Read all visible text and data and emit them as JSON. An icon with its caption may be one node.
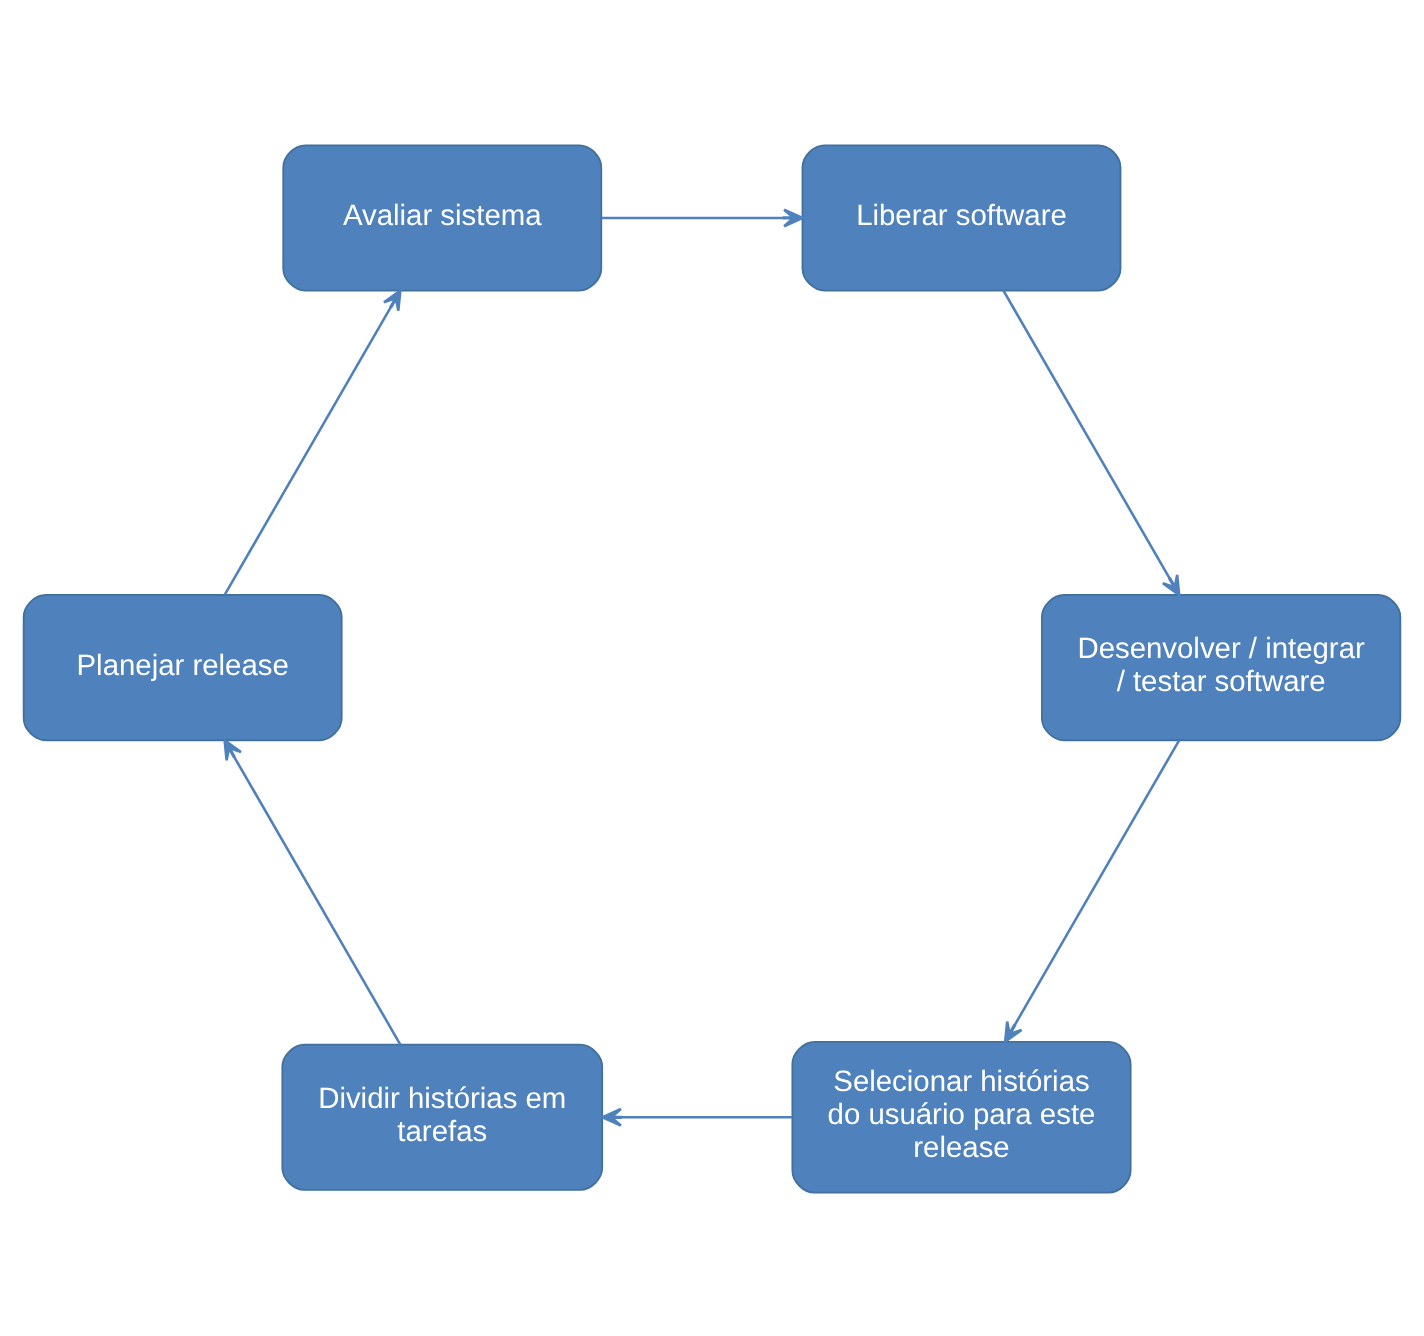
{
  "diagram": {
    "nodes": [
      {
        "text": [
          "Selecionar histórias do usuário para este release"
        ]
      },
      {
        "text": [
          "Dividir histórias em tarefas"
        ]
      },
      {
        "text": [
          "Planejar release"
        ]
      },
      {
        "text": [
          "Avaliar sistema"
        ]
      },
      {
        "text": [
          "Liberar software"
        ]
      },
      {
        "text": [
          "Desenvolver / integrar / testar software"
        ]
      }
    ],
    "edges": [
      {
        "from": 0,
        "to": 1,
        "arrow": "to"
      },
      {
        "from": 1,
        "to": 2,
        "arrow": "to"
      },
      {
        "from": 2,
        "to": 3,
        "arrow": "to"
      },
      {
        "from": 3,
        "to": 4,
        "arrow": "to"
      },
      {
        "from": 4,
        "to": 5,
        "arrow": "to"
      },
      {
        "from": 5,
        "to": 0,
        "arrow": "to"
      }
    ]
  }
}
